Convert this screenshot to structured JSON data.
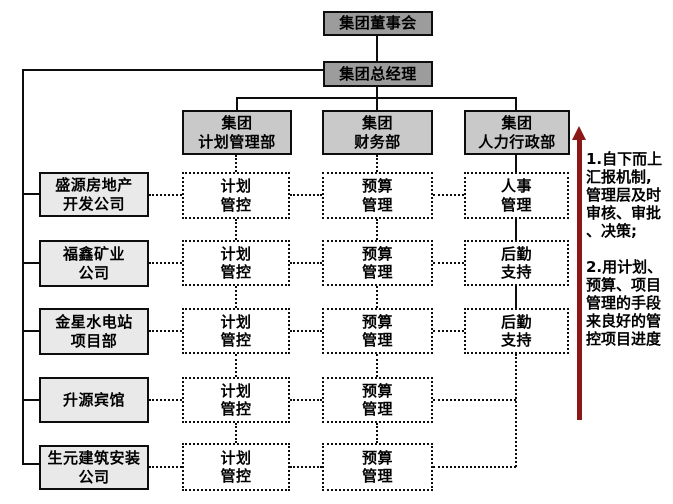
{
  "colors": {
    "background": "#ffffff",
    "top_box_fill": "#9c9c9c",
    "dept_box_fill": "#c9c9c9",
    "company_box_fill": "#e9e9e9",
    "matrix_cell_fill": "#ffffff",
    "line_color": "#0d0d0d",
    "arrow_color": "#8b1717"
  },
  "org": {
    "board": {
      "label": "集团董事会"
    },
    "gm": {
      "label": "集团总经理"
    },
    "departments": [
      {
        "label": "集团\n计划管理部"
      },
      {
        "label": "集团\n财务部"
      },
      {
        "label": "集团\n人力行政部"
      }
    ],
    "companies": [
      {
        "label": "盛源房地产\n开发公司"
      },
      {
        "label": "福鑫矿业\n公司"
      },
      {
        "label": "金星水电站\n项目部"
      },
      {
        "label": "升源宾馆"
      },
      {
        "label": "生元建筑安装\n公司"
      }
    ],
    "matrix": {
      "rows": [
        {
          "cells": [
            "计划\n管控",
            "预算\n管理",
            "人事\n管理"
          ]
        },
        {
          "cells": [
            "计划\n管控",
            "预算\n管理",
            "后勤\n支持"
          ]
        },
        {
          "cells": [
            "计划\n管控",
            "预算\n管理",
            "后勤\n支持"
          ]
        },
        {
          "cells": [
            "计划\n管控",
            "预算\n管理"
          ]
        },
        {
          "cells": [
            "计划\n管控",
            "预算\n管理"
          ]
        }
      ]
    }
  },
  "annotation": {
    "text": "1.自下而上\n汇报机制,\n管理层及时\n审核、审批\n、决策;\n\n2.用计划、\n预算、项目\n管理的手段\n来良好的管\n控项目进度"
  }
}
